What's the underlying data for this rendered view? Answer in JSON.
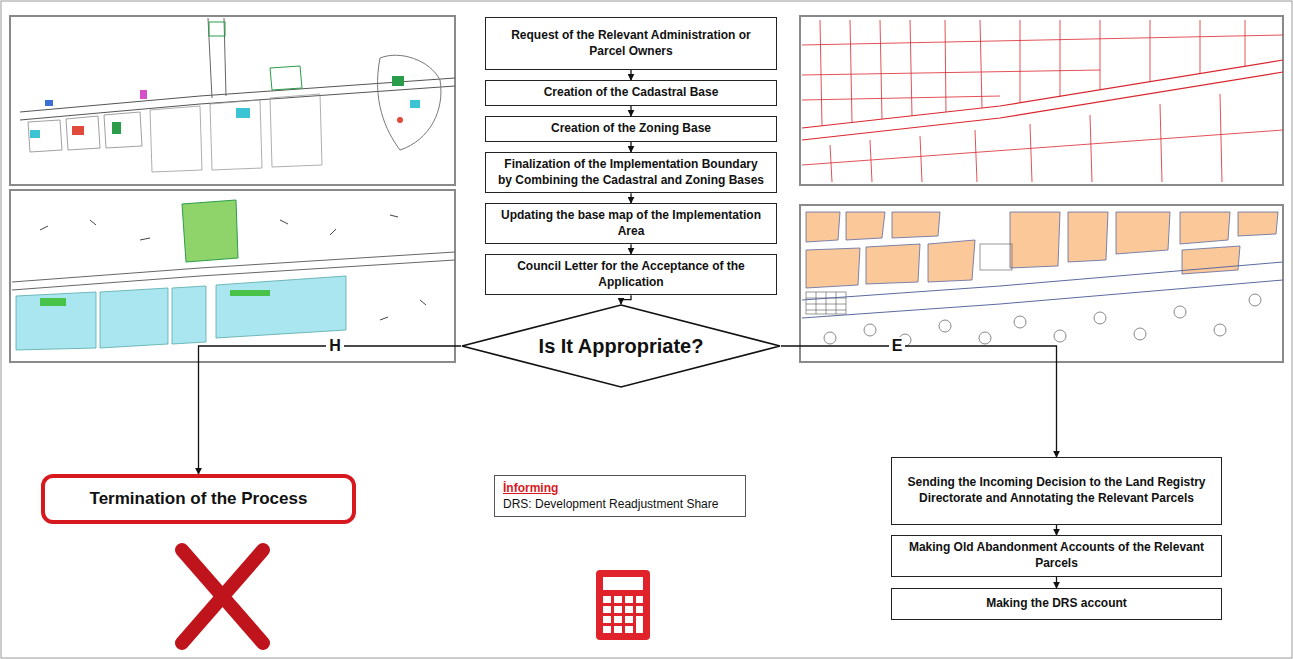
{
  "diagram": {
    "nodes": [
      {
        "text": [
          "Request of the Relevant Administration or Parcel Owners"
        ]
      },
      {
        "text": [
          "Creation of the Cadastral Base"
        ]
      },
      {
        "text": [
          "Creation of the Zoning Base"
        ]
      },
      {
        "text": [
          "Finalization of the Implementation Boundary by Combining the Cadastral and Zoning Bases"
        ]
      },
      {
        "text": [
          "Updating the base map of the Implementation Area"
        ]
      },
      {
        "text": [
          "Council Letter for the Acceptance of the Application"
        ]
      },
      {
        "text": [
          "Is It Appropriate?"
        ]
      },
      {
        "text": [
          "Termination of the Process"
        ]
      },
      {
        "text": [
          "İnforming",
          "DRS: Development Readjustment Share"
        ]
      },
      {
        "text": [
          "Sending the Incoming Decision to the Land Registry Directorate and Annotating the Relevant Parcels"
        ]
      },
      {
        "text": [
          "Making Old Abandonment Accounts of the Relevant Parcels"
        ]
      },
      {
        "text": [
          "Making the DRS account"
        ]
      }
    ],
    "edges": [
      {
        "from": 0,
        "to": 1,
        "arrow": "to"
      },
      {
        "from": 1,
        "to": 2,
        "arrow": "to"
      },
      {
        "from": 2,
        "to": 3,
        "arrow": "to"
      },
      {
        "from": 3,
        "to": 4,
        "arrow": "to"
      },
      {
        "from": 4,
        "to": 5,
        "arrow": "to"
      },
      {
        "from": 5,
        "to": 6,
        "arrow": "to"
      },
      {
        "from": 6,
        "to": 7,
        "label": "H",
        "arrow": "to"
      },
      {
        "from": 6,
        "to": 9,
        "label": "E",
        "arrow": "to"
      },
      {
        "from": 9,
        "to": 10,
        "arrow": "to"
      },
      {
        "from": 10,
        "to": 11,
        "arrow": "to"
      }
    ]
  }
}
